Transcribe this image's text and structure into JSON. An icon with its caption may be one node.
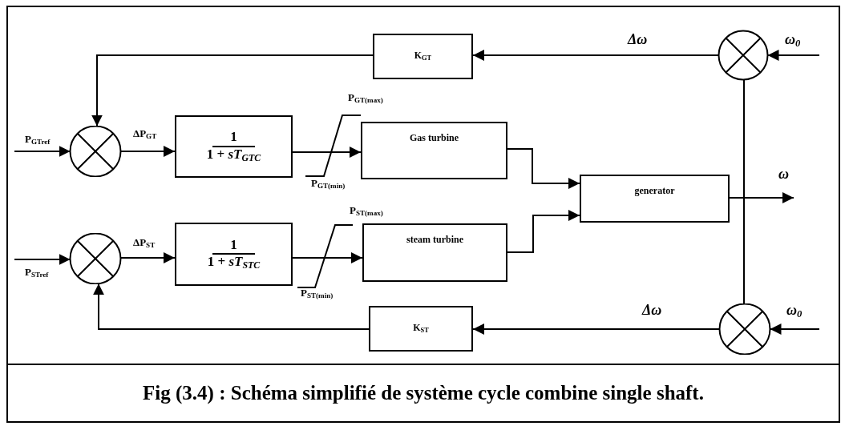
{
  "diagram": {
    "caption": "Fig (3.4) : Schéma simplifié de système cycle combine single shaft.",
    "nodes": [
      {
        "text": [
          "K$_{GT}$"
        ]
      },
      {
        "text": [],
        "shape": "circle"
      },
      {
        "text": [],
        "shape": "circle"
      },
      {
        "text": [
          "1",
          "1 + *sT*$_{GTC}$"
        ]
      },
      {
        "text": [
          "Gas turbine"
        ]
      },
      {
        "text": [
          "generator"
        ]
      },
      {
        "text": [],
        "shape": "circle"
      },
      {
        "text": [
          "1",
          "1 + *sT*$_{STC}$"
        ]
      },
      {
        "text": [
          "steam turbine"
        ]
      },
      {
        "text": [
          "K$_{ST}$"
        ]
      },
      {
        "text": [],
        "shape": "circle"
      }
    ],
    "edges": [
      {
        "from": null,
        "to": 2,
        "arrow": "to",
        "label": "P$_{GTref}$"
      },
      {
        "from": 0,
        "to": 2,
        "arrow": "to"
      },
      {
        "from": 2,
        "to": 3,
        "arrow": "to",
        "label": "ΔP$_{GT}$"
      },
      {
        "from": 3,
        "to": 4,
        "arrow": "to"
      },
      {
        "from": 4,
        "to": 5,
        "arrow": "to"
      },
      {
        "from": 8,
        "to": 5,
        "arrow": "to"
      },
      {
        "from": 5,
        "to": null,
        "arrow": "to",
        "label": "ω"
      },
      {
        "from": null,
        "to": 1,
        "arrow": "to",
        "label": "ω$_{0}$"
      },
      {
        "from": 1,
        "to": 0,
        "arrow": "to",
        "label": "Δω"
      },
      {
        "from": 1,
        "to": 10,
        "arrow": "none"
      },
      {
        "from": null,
        "to": 6,
        "arrow": "to",
        "label": "P$_{STref}$"
      },
      {
        "from": 9,
        "to": 6,
        "arrow": "to"
      },
      {
        "from": 6,
        "to": 7,
        "arrow": "to",
        "label": "ΔP$_{ST}$"
      },
      {
        "from": 7,
        "to": 8,
        "arrow": "to"
      },
      {
        "from": null,
        "to": 10,
        "arrow": "to",
        "label": "ω$_{0}$"
      },
      {
        "from": 10,
        "to": 9,
        "arrow": "to",
        "label": "Δω"
      }
    ],
    "labels": [
      "P$_{GT(max)}$",
      "P$_{GT(min)}$",
      "P$_{ST(max)}$",
      "P$_{ST(min)}$"
    ]
  }
}
